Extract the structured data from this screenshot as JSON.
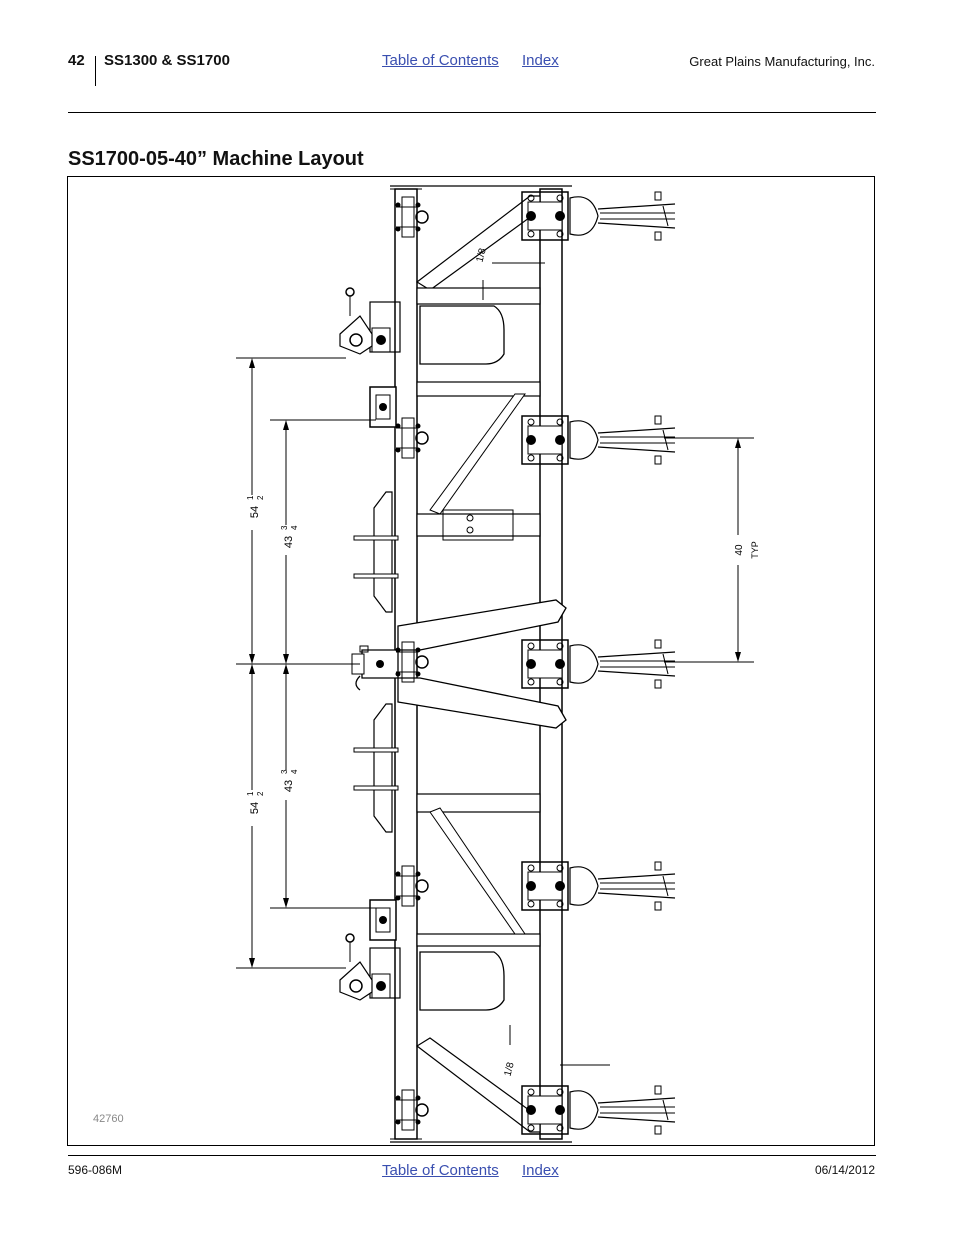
{
  "header": {
    "page_number": "42",
    "doc_title": "SS1300 & SS1700",
    "toc_link": "Table of Contents",
    "index_link": "Index",
    "company": "Great Plains Manufacturing, Inc."
  },
  "section_title": "SS1700-05-40” Machine Layout",
  "diagram": {
    "labels": {
      "dim_54_whole": "54",
      "dim_43_whole": "43",
      "frac_one": "1",
      "frac_two": "2",
      "frac_three": "3",
      "frac_four": "4",
      "dim_40": "40",
      "typ": "TYP",
      "eighth": "1/8"
    },
    "figure_number": "42760"
  },
  "footer": {
    "doc_number": "596-086M",
    "toc_link": "Table of Contents",
    "index_link": "Index",
    "date": "06/14/2012"
  }
}
